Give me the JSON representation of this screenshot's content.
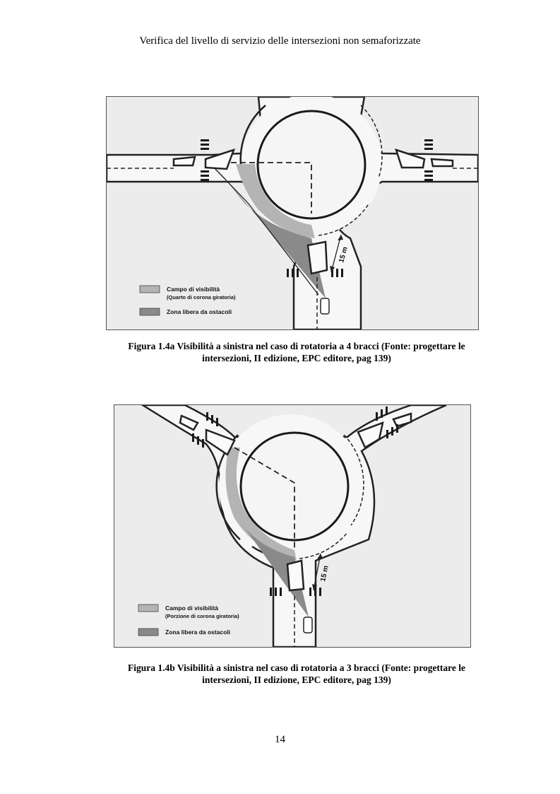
{
  "header": {
    "running_title": "Verifica del livello di servizio delle intersezioni non semaforizzate"
  },
  "figures": [
    {
      "legend_visibility": "Campo di visibilità",
      "legend_visibility_note": "(Quarto di corona giratoria)",
      "legend_obstacle": "Zona libera da ostacoli",
      "distance_label": "15 m",
      "caption_line1": "Figura 1.4a  Visibilità a sinistra nel caso di rotatoria a 4 bracci (Fonte: progettare le",
      "caption_line2": "intersezioni, II edizione, EPC editore, pag 139)"
    },
    {
      "legend_visibility": "Campo di visibilità",
      "legend_visibility_note": "(Porzione di corona giratoria)",
      "legend_obstacle": "Zona libera da ostacoli",
      "distance_label": "15 m",
      "caption_line1": "Figura 1.4b  Visibilità a sinistra nel caso di rotatoria a 3 bracci (Fonte: progettare le",
      "caption_line2": "intersezioni, II edizione, EPC editore, pag 139)"
    }
  ],
  "page_number": "14",
  "colors": {
    "visibility_fill": "#b4b4b4",
    "obstacle_fill": "#8a8a8a",
    "road": "#f7f7f7",
    "background": "#ededed"
  }
}
